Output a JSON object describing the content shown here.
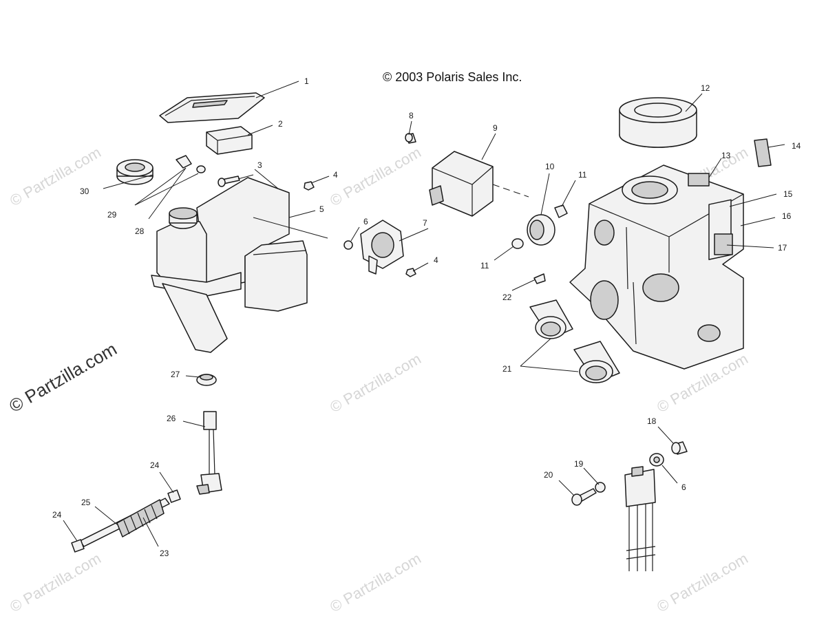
{
  "diagram": {
    "copyright": "© 2003 Polaris Sales Inc.",
    "watermark": "© Partzilla.com",
    "callouts": {
      "c1": "1",
      "c2": "2",
      "c3": "3",
      "c4a": "4",
      "c4b": "4",
      "c5": "5",
      "c6a": "6",
      "c6b": "6",
      "c7": "7",
      "c8": "8",
      "c9": "9",
      "c10": "10",
      "c11a": "11",
      "c11b": "11",
      "c12": "12",
      "c13": "13",
      "c14": "14",
      "c15": "15",
      "c16": "16",
      "c17": "17",
      "c18": "18",
      "c19": "19",
      "c20": "20",
      "c21": "21",
      "c22": "22",
      "c23": "23",
      "c24a": "24",
      "c24b": "24",
      "c25": "25",
      "c26": "26",
      "c27": "27",
      "c28": "28",
      "c29": "29",
      "c30": "30"
    }
  }
}
